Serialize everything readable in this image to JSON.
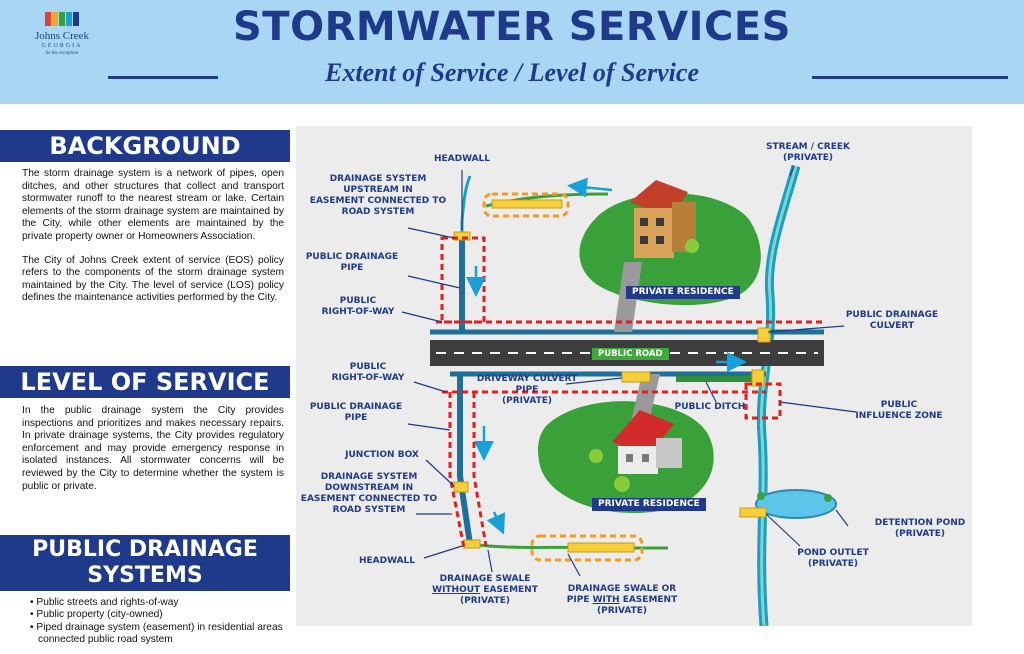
{
  "header": {
    "title": "STORMWATER SERVICES",
    "subtitle": "Extent of Service / Level of Service",
    "logo": {
      "name": "Johns Creek",
      "state": "GEORGIA",
      "tagline": "be the exception"
    }
  },
  "colors": {
    "navy": "#1f3a8a",
    "header_bg": "#a9d6f2",
    "red_dash": "#e02020",
    "orange_dash": "#f29a22",
    "water": "#1aa0b8",
    "grass": "#3aa03a",
    "road": "#3d3d3d"
  },
  "background": {
    "heading": "BACKGROUND",
    "paragraphs": [
      "The storm drainage system is a network of pipes, open ditches, and other structures that collect and transport stormwater runoff to the nearest stream or lake.  Certain elements of the storm drainage system are maintained by the City, while other elements are maintained by the private property owner or Homeowners Association.",
      "The City of Johns Creek extent of service (EOS) policy refers to the components of the storm drainage system maintained by the City.  The level of service (LOS) policy defines the maintenance activities performed by the City."
    ]
  },
  "level_of_service": {
    "heading": "LEVEL OF SERVICE",
    "paragraph": "In the public drainage system the City provides inspections and prioritizes and makes necessary repairs. In private drainage systems, the City provides regulatory enforcement and may provide emergency response in isolated instances. All stormwater concerns will be reviewed by the City to determine whether the system is public or private."
  },
  "public_drainage": {
    "heading_line1": "PUBLIC DRAINAGE",
    "heading_line2": "SYSTEMS",
    "bullets": [
      "Public streets and rights-of-way",
      "Public property (city-owned)",
      "Piped drainage system (easement) in residential areas connected public road system"
    ]
  },
  "diagram": {
    "labels": {
      "headwall_top": "HEADWALL",
      "upstream_1": "DRAINAGE SYSTEM",
      "upstream_2": "UPSTREAM IN",
      "upstream_3": "EASEMENT CONNECTED TO",
      "upstream_4": "ROAD SYSTEM",
      "pdp_top_1": "PUBLIC DRAINAGE",
      "pdp_top_2": "PIPE",
      "prow_top_1": "PUBLIC",
      "prow_top_2": "RIGHT-OF-WAY",
      "stream_1": "STREAM / CREEK",
      "stream_2": "(PRIVATE)",
      "culvert_1": "PUBLIC DRAINAGE",
      "culvert_2": "CULVERT",
      "prow_bot_1": "PUBLIC",
      "prow_bot_2": "RIGHT-OF-WAY",
      "driveway_1": "DRIVEWAY CULVERT",
      "driveway_2": "PIPE",
      "driveway_3": "(PRIVATE)",
      "ditch": "PUBLIC DITCH",
      "influence_1": "PUBLIC",
      "influence_2": "INFLUENCE ZONE",
      "pdp_bot_1": "PUBLIC DRAINAGE",
      "pdp_bot_2": "PIPE",
      "junction": "JUNCTION BOX",
      "downstream_1": "DRAINAGE SYSTEM",
      "downstream_2": "DOWNSTREAM IN",
      "downstream_3": "EASEMENT CONNECTED TO",
      "downstream_4": "ROAD SYSTEM",
      "headwall_bot": "HEADWALL",
      "swale_no_1": "DRAINAGE SWALE",
      "swale_no_2a": "WITHOUT",
      "swale_no_2b": " EASEMENT",
      "swale_no_3": "(PRIVATE)",
      "swale_yes_1": "DRAINAGE SWALE OR",
      "swale_yes_2a": "PIPE  ",
      "swale_yes_2b": "WITH",
      "swale_yes_2c": " EASEMENT",
      "swale_yes_3": "(PRIVATE)",
      "detention_1": "DETENTION POND",
      "detention_2": "(PRIVATE)",
      "outlet_1": "POND OUTLET",
      "outlet_2": "(PRIVATE)"
    },
    "tags": {
      "residence_top": "PRIVATE RESIDENCE",
      "residence_bottom": "PRIVATE RESIDENCE",
      "road": "PUBLIC ROAD"
    }
  }
}
